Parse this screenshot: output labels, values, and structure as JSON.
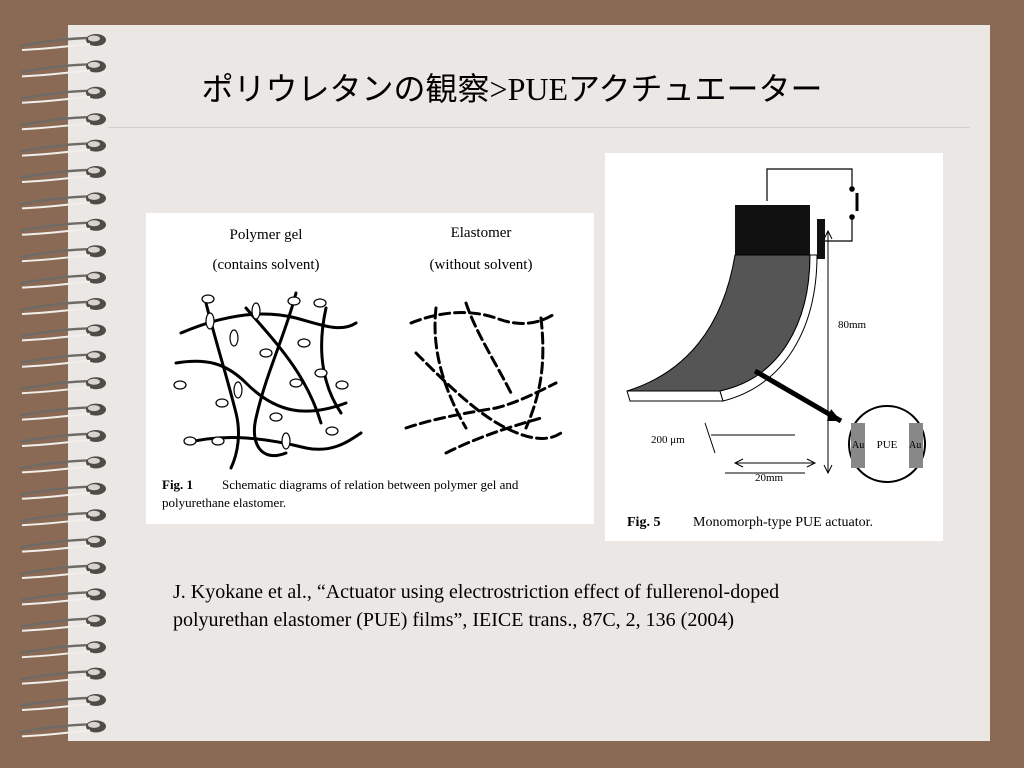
{
  "slide": {
    "title_jp": "ポリウレタンの観察",
    "title_sep": ">",
    "title_tail_latin": "PUE",
    "title_tail_jp": "アクチュエーター"
  },
  "figure1": {
    "heading_left": "Polymer gel",
    "sub_left": "(contains solvent)",
    "heading_right": "Elastomer",
    "sub_right": "(without solvent)",
    "caption_label": "Fig. 1",
    "caption_line1": "Schematic diagrams of relation between polymer gel and",
    "caption_line2": "polyurethane elastomer."
  },
  "figure5": {
    "dim_80": "80mm",
    "dim_200": "200 μm",
    "dim_20": "20mm",
    "zoom_left": "Au",
    "zoom_center": "PUE",
    "zoom_right": "Au",
    "caption_label": "Fig. 5",
    "caption_text": "Monomorph-type PUE actuator."
  },
  "citation": {
    "line1": "J. Kyokane et al., “Actuator using electrostriction effect of fullerenol-doped",
    "line2": "polyurethan elastomer (PUE) films”, IEICE trans., 87C, 2, 136 (2004)"
  }
}
